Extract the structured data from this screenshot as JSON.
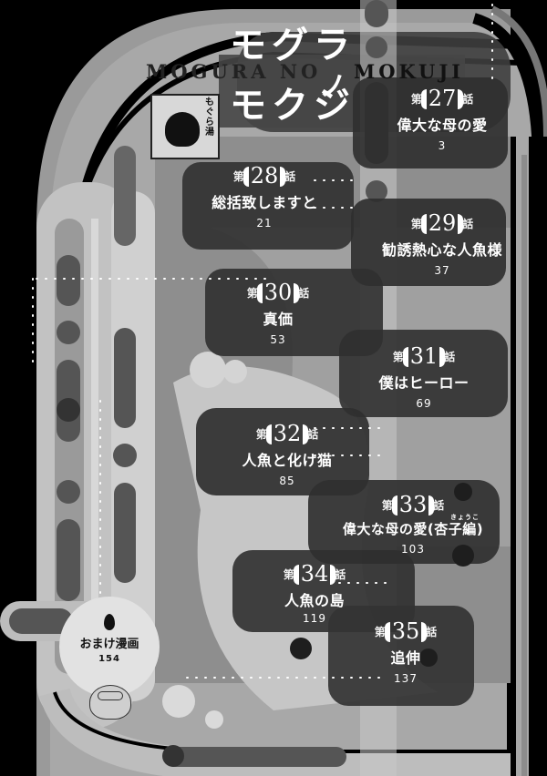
{
  "header": {
    "title_jp_line1": "モグラ",
    "title_jp_no": "ノ",
    "title_jp_line2": "モクジ",
    "title_en_left": "MOGURA NO",
    "title_en_right": "MOKUJI",
    "sign_text": "もぐら湯"
  },
  "entries": [
    {
      "prefix": "第",
      "number": "27",
      "suffix": "話",
      "title": "偉大な母の愛",
      "page": "3"
    },
    {
      "prefix": "第",
      "number": "28",
      "suffix": "話",
      "title": "総括致しますと",
      "page": "21"
    },
    {
      "prefix": "第",
      "number": "29",
      "suffix": "話",
      "title": "勧誘熱心な人魚様",
      "page": "37"
    },
    {
      "prefix": "第",
      "number": "30",
      "suffix": "話",
      "title": "真価",
      "page": "53"
    },
    {
      "prefix": "第",
      "number": "31",
      "suffix": "話",
      "title": "僕はヒーロー",
      "page": "69"
    },
    {
      "prefix": "第",
      "number": "32",
      "suffix": "話",
      "title": "人魚と化け猫",
      "page": "85"
    },
    {
      "prefix": "第",
      "number": "33",
      "suffix": "話",
      "title": "偉大な母の愛(杏子編)",
      "ruby": "きょうこ",
      "page": "103"
    },
    {
      "prefix": "第",
      "number": "34",
      "suffix": "話",
      "title": "人魚の島",
      "page": "119"
    },
    {
      "prefix": "第",
      "number": "35",
      "suffix": "話",
      "title": "追伸",
      "page": "137"
    }
  ],
  "bonus": {
    "icon": "flame-icon",
    "title": "おまけ漫画",
    "page": "154"
  },
  "colors": {
    "background": "#000000",
    "light_gray": "#bdbdbd",
    "mid_gray": "#8c8c8c",
    "dark_panel": "#3a3a3a",
    "text": "#ffffff"
  }
}
